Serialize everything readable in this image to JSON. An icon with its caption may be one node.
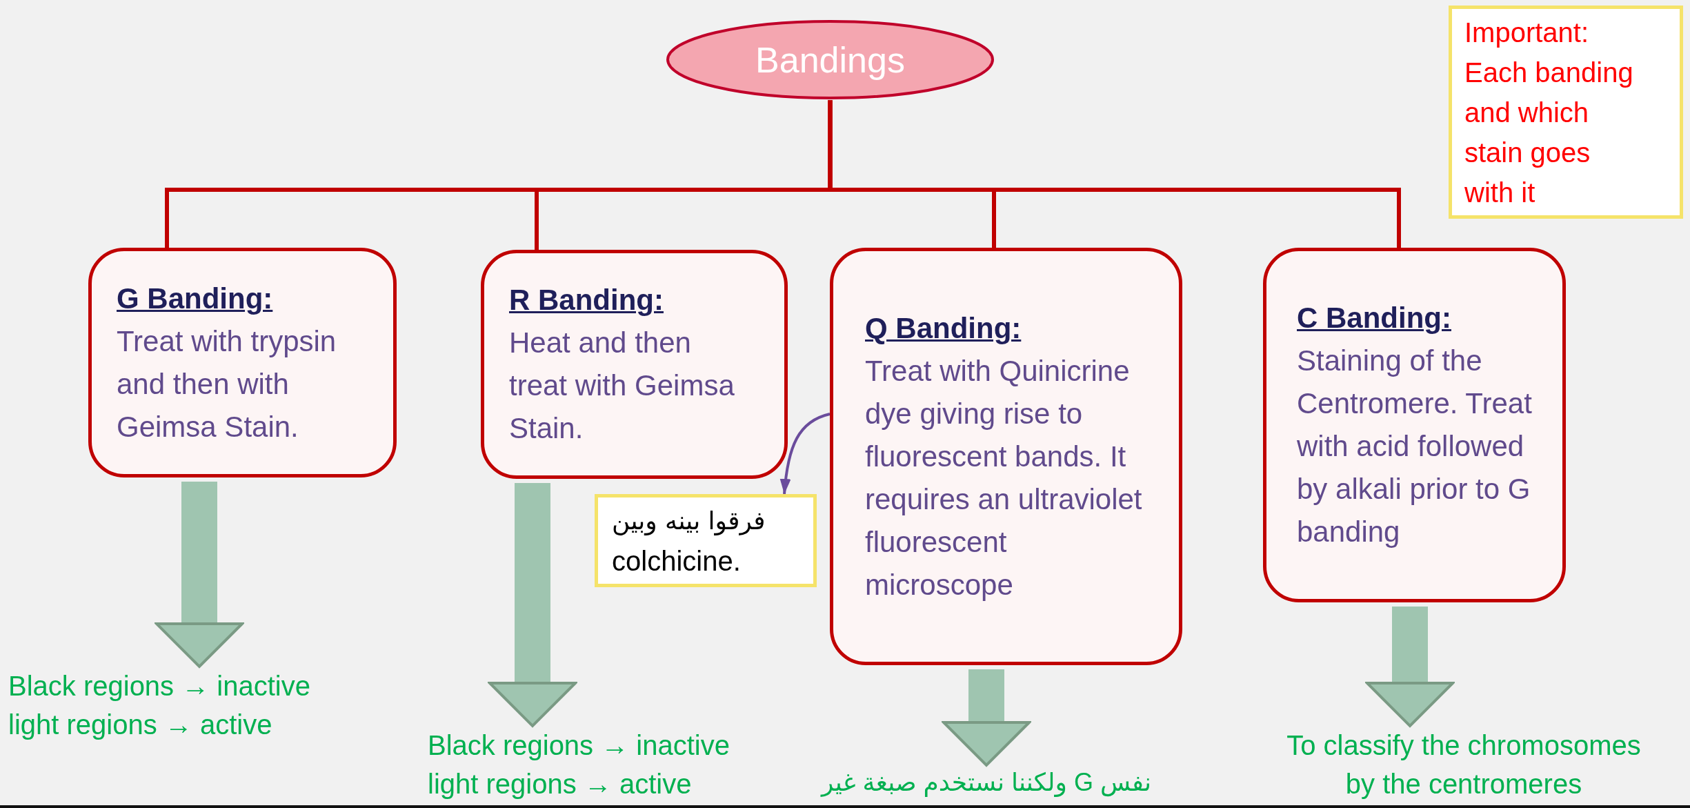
{
  "diagram": {
    "nodes": [
      {
        "text": [
          "Bandings"
        ]
      },
      {
        "text": [
          "Important: Each banding and which stain goes with it"
        ]
      },
      {
        "text": [
          "G Banding:",
          "Treat with trypsin and then with Geimsa Stain."
        ]
      },
      {
        "text": [
          "R Banding:",
          "Heat and then treat with Geimsa Stain."
        ]
      },
      {
        "text": [
          "Q Banding:",
          "Treat with Quinicrine dye giving rise to fluorescent bands. It requires an ultraviolet fluorescent microscope"
        ]
      },
      {
        "text": [
          "C Banding:",
          "Staining of the Centromere. Treat with acid followed by alkali prior to G banding"
        ]
      },
      {
        "text": [
          "فرقوا بينه وبين",
          "colchicine."
        ]
      },
      {
        "text": [
          "Black regions → inactive light regions → active"
        ]
      },
      {
        "text": [
          "Black regions → inactive light regions → active"
        ]
      },
      {
        "text": [
          "نفس G ولكننا نستخدم صبغة غير"
        ]
      },
      {
        "text": [
          "To classify the chromosomes by the centromeres"
        ]
      }
    ],
    "edges": [
      {
        "from": 0,
        "to": 2,
        "arrow": "none"
      },
      {
        "from": 0,
        "to": 3,
        "arrow": "none"
      },
      {
        "from": 0,
        "to": 4,
        "arrow": "none"
      },
      {
        "from": 0,
        "to": 5,
        "arrow": "none"
      },
      {
        "from": 2,
        "to": 7,
        "arrow": "to",
        "style": "thick",
        "color": "#9fc5b0"
      },
      {
        "from": 3,
        "to": 8,
        "arrow": "to",
        "style": "thick",
        "color": "#9fc5b0"
      },
      {
        "from": 4,
        "to": 9,
        "arrow": "to",
        "style": "thick",
        "color": "#9fc5b0"
      },
      {
        "from": 5,
        "to": 10,
        "arrow": "to",
        "style": "thick",
        "color": "#9fc5b0"
      },
      {
        "from": 4,
        "to": 6,
        "arrow": "to",
        "color": "#6a4c9c"
      }
    ]
  }
}
